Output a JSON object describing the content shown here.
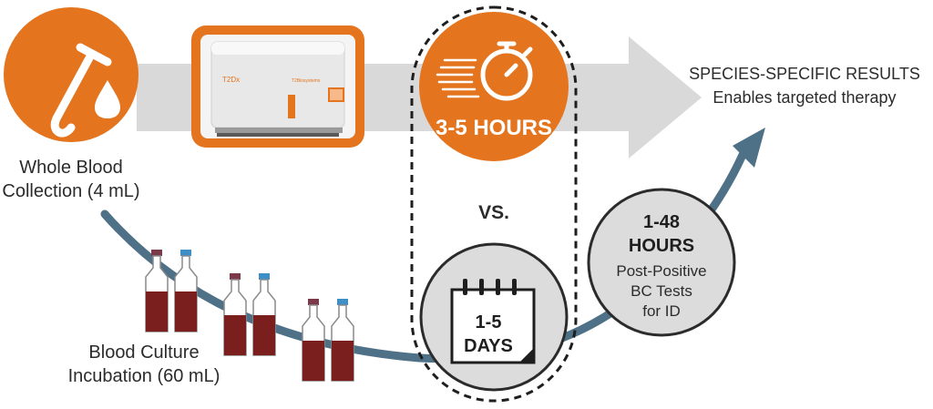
{
  "top_path": {
    "collection_label": [
      "Whole Blood",
      "Collection (4 mL)"
    ],
    "instrument_name": "T2Dx",
    "instrument_brand": "T2Biosystems",
    "time_label": "3-5 HOURS",
    "result_label": [
      "SPECIES-SPECIFIC RESULTS",
      "Enables targeted therapy"
    ]
  },
  "comparison_label": "VS.",
  "bottom_path": {
    "culture_label": [
      "Blood Culture",
      "Incubation (60 mL)"
    ],
    "culture_time_label": [
      "1-5",
      "DAYS"
    ],
    "post_positive": {
      "time_lines": [
        "1-48",
        "HOURS"
      ],
      "desc_lines": [
        "Post-Positive",
        "BC Tests",
        "for ID"
      ]
    }
  },
  "colors": {
    "orange": "#E4741E",
    "orange_dark": "#C85F12",
    "arrow_gray": "#D9D9D9",
    "curve_blue": "#4E7187",
    "circle_gray": "#DCDCDC",
    "bottle_red": "#7A1F1E",
    "text": "#2B2B2B"
  }
}
